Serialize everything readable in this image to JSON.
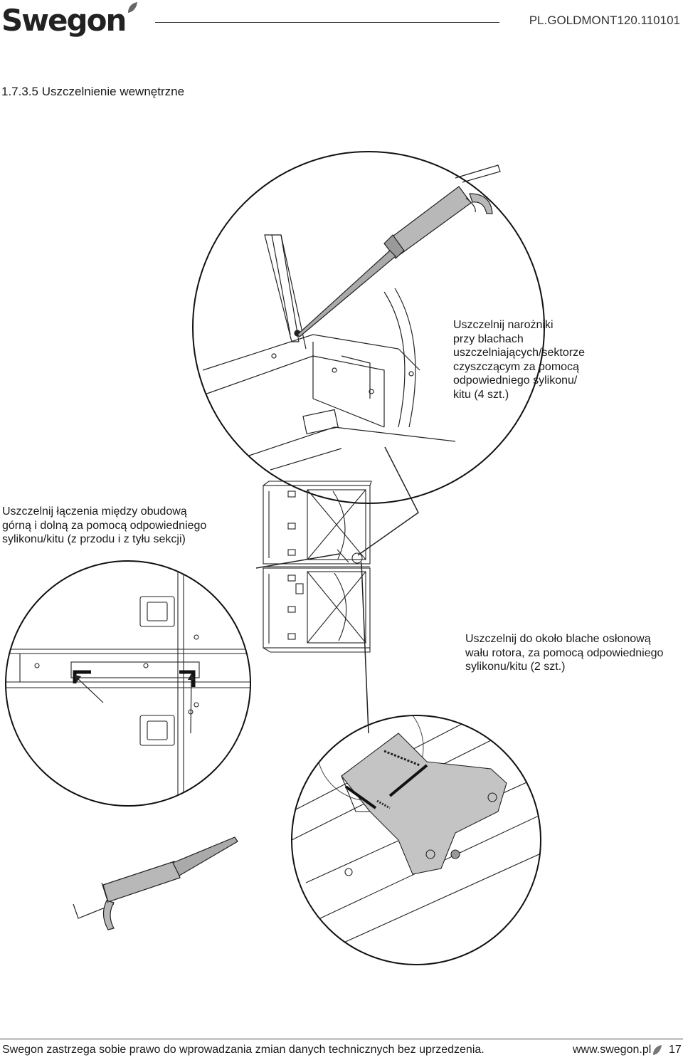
{
  "header": {
    "logo_text": "Swegon",
    "doc_code": "PL.GOLDMONT120.110101"
  },
  "section": {
    "title": "1.7.3.5 Uszczelnienie wewnętrzne"
  },
  "notes": {
    "corners": "Uszczelnij narożniki\nprzy blachach\nuszczelniających/sektorze\nczyszczącym za pomocą\nodpowiedniego sylikonu/\nkitu (4 szt.)",
    "casing_joints": "Uszczelnij łączenia między obudową\ngórną i dolną za pomocą odpowiedniego\nsylikonu/kitu (z przodu i z tyłu sekcji)",
    "rotor_shaft": "Uszczelnij do około blache osłonową\nwału rotora, za pomocą odpowiedniego\nsylikonu/kitu (2 szt.)"
  },
  "footer": {
    "disclaimer": "Swegon zastrzega sobie prawo do wprowadzania zmian danych technicznych bez uprzedzenia.",
    "website": "www.swegon.pl",
    "page_number": "17"
  },
  "colors": {
    "text": "#1a1a1a",
    "line": "#222222",
    "gun_fill": "#b8b8b8",
    "plate_fill": "#c4c4c4"
  }
}
